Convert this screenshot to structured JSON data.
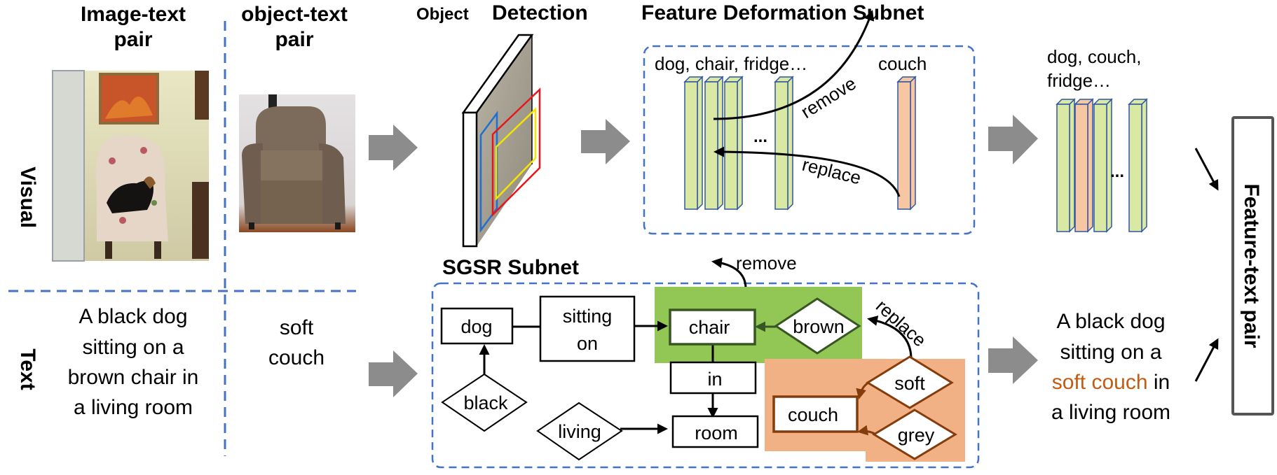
{
  "columns": {
    "image_text_pair": [
      "Image-text",
      "pair"
    ],
    "object_text_pair": [
      "object-text",
      "pair"
    ]
  },
  "rows": {
    "visual": "Visual",
    "text": "Text"
  },
  "images": {
    "scene_photo": "living-room photo: black dog on floral chair",
    "object_photo": "photo: soft brown couch"
  },
  "captions": {
    "image_caption": [
      "A black dog",
      "sitting on a",
      "brown chair in",
      "a living room"
    ],
    "object_caption": [
      "soft",
      "couch"
    ]
  },
  "object_detection": {
    "title_small": "Object",
    "title_big": "Detection",
    "box_colors": {
      "blue": "#1f6fd1",
      "red": "#e8161b",
      "yellow": "#f5e400"
    }
  },
  "feature_deformation": {
    "title": "Feature Deformation Subnet",
    "labels_left": "dog, chair, fridge…",
    "label_right": "couch",
    "ellipsis": "...",
    "remove": "remove",
    "replace": "replace",
    "bars": [
      "green",
      "green",
      "green",
      "green",
      "orange"
    ]
  },
  "output_features": {
    "label": [
      "dog, couch,",
      "fridge…"
    ],
    "bars": [
      "green",
      "orange",
      "green",
      "green"
    ],
    "ellipsis": "..."
  },
  "sgsr": {
    "title": "SGSR Subnet",
    "remove": "remove",
    "replace": "replace",
    "nodes": {
      "dog": "dog",
      "sitting_on": [
        "sitting",
        "on"
      ],
      "chair": "chair",
      "brown": "brown",
      "in": "in",
      "black": "black",
      "living": "living",
      "room": "room",
      "couch": "couch",
      "soft": "soft",
      "grey": "grey"
    }
  },
  "output_caption": {
    "line1": "A black dog",
    "line2": "sitting on a",
    "line3_highlight": "soft couch",
    "line3_rest": " in",
    "line4": "a living room"
  },
  "result": {
    "label": "Feature-text pair"
  },
  "colors": {
    "bar_green": "#d9e8a2",
    "bar_orange": "#f7c6a3",
    "bar_stroke": "#2f55a4",
    "highlight_green": "#92c755",
    "highlight_orange": "#f1b184",
    "node_green_stroke": "#375623",
    "node_brown_stroke": "#843c0c",
    "text_orange": "#c55a11",
    "dashed_blue": "#4472c4",
    "gray_arrow": "#8c8c8c"
  }
}
